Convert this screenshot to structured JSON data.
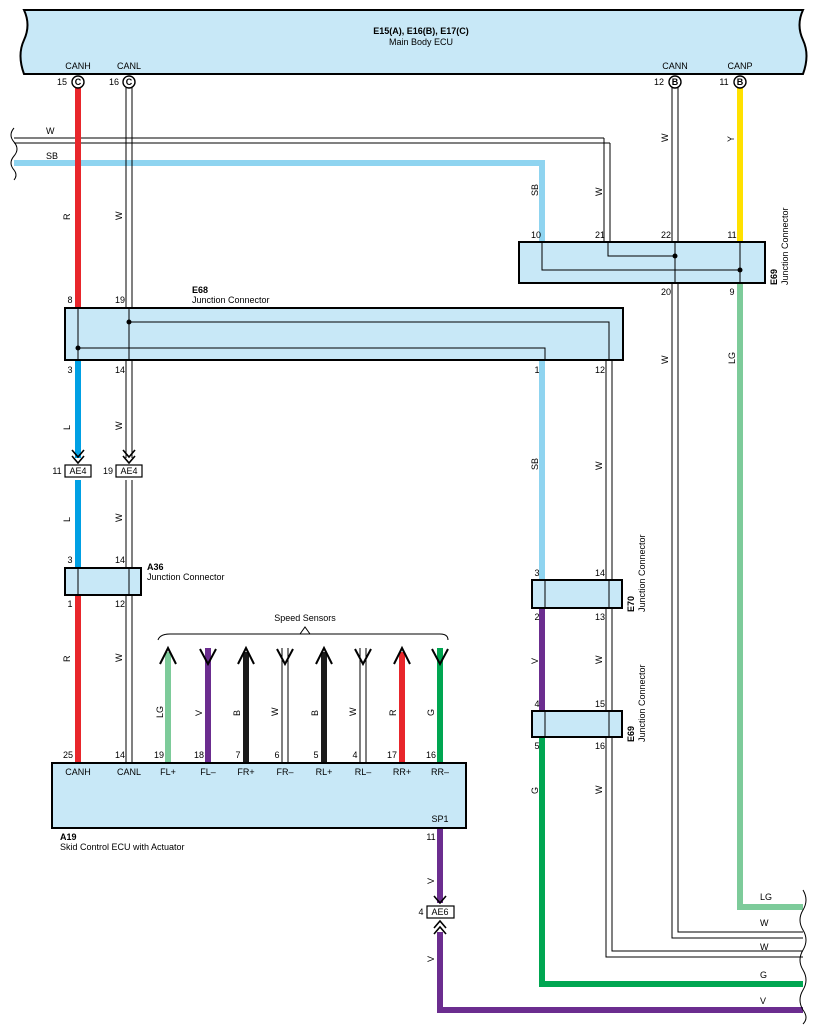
{
  "ecu_main": {
    "ids": "E15(A), E16(B), E17(C)",
    "name": "Main Body ECU",
    "pins": [
      {
        "label": "CANH",
        "num": "15",
        "conn": "C"
      },
      {
        "label": "CANL",
        "num": "16",
        "conn": "C"
      },
      {
        "label": "CANN",
        "num": "12",
        "conn": "B"
      },
      {
        "label": "CANP",
        "num": "11",
        "conn": "B"
      }
    ]
  },
  "e69_top": {
    "id": "E69",
    "name": "Junction Connector",
    "pins_top": [
      "10",
      "21",
      "22",
      "11"
    ],
    "pins_bottom": [
      "20",
      "9"
    ]
  },
  "e68": {
    "id": "E68",
    "name": "Junction Connector",
    "pins_top": [
      "8",
      "19"
    ],
    "pins_bottom": [
      "3",
      "14",
      "1",
      "12"
    ]
  },
  "ae4": {
    "id": "AE4",
    "pins": [
      "11",
      "19"
    ]
  },
  "a36": {
    "id": "A36",
    "name": "Junction Connector",
    "pins_top": [
      "3",
      "14"
    ],
    "pins_bottom": [
      "1",
      "12"
    ]
  },
  "e70": {
    "id": "E70",
    "name": "Junction Connector",
    "pins_top": [
      "3",
      "14"
    ],
    "pins_bottom": [
      "2",
      "13"
    ]
  },
  "e69_mid": {
    "id": "E69",
    "name": "Junction Connector",
    "pins_top": [
      "4",
      "15"
    ],
    "pins_bottom": [
      "5",
      "16"
    ]
  },
  "speed_sensors": "Speed Sensors",
  "a19": {
    "id": "A19",
    "name": "Skid Control ECU with Actuator",
    "pins": [
      {
        "num": "25",
        "label": "CANH"
      },
      {
        "num": "14",
        "label": "CANL"
      },
      {
        "num": "19",
        "label": "FL+"
      },
      {
        "num": "18",
        "label": "FL–"
      },
      {
        "num": "7",
        "label": "FR+"
      },
      {
        "num": "6",
        "label": "FR–"
      },
      {
        "num": "5",
        "label": "RL+"
      },
      {
        "num": "4",
        "label": "RL–"
      },
      {
        "num": "17",
        "label": "RR+"
      },
      {
        "num": "16",
        "label": "RR–"
      }
    ],
    "sp1": {
      "label": "SP1",
      "num": "11"
    }
  },
  "ae6": {
    "id": "AE6",
    "pin": "4"
  },
  "wire_colors": {
    "R": "#e8262b",
    "W": "#ffffff",
    "Y": "#ffe100",
    "SB": "#8fd4f0",
    "L": "#00a0e4",
    "LG": "#7dcb9a",
    "V": "#6b2d8f",
    "B": "#1a1a1a",
    "G": "#00a651"
  },
  "wire_labels": {
    "left_w": "W",
    "left_sb": "SB",
    "canh_top": "R",
    "canl_top": "W",
    "cann_top": "W",
    "canp_top": "Y",
    "sb_top": "SB",
    "w21": "W",
    "e69_20": "W",
    "e69_9": "LG",
    "l1": "L",
    "w1": "W",
    "l2": "L",
    "w2": "W",
    "r2": "R",
    "w3": "W",
    "fl_plus": "LG",
    "fl_minus": "V",
    "fr_plus": "B",
    "fr_minus": "W",
    "rl_plus": "B",
    "rl_minus": "W",
    "rr_plus": "R",
    "rr_minus": "G",
    "sb_mid": "SB",
    "w_mid": "W",
    "v_mid": "V",
    "w_mid2": "W",
    "g_low": "G",
    "w_low": "W",
    "v_sp1": "V",
    "v_sp1b": "V",
    "right_lg": "LG",
    "right_w1": "W",
    "right_w2": "W",
    "right_g": "G",
    "right_v": "V"
  }
}
